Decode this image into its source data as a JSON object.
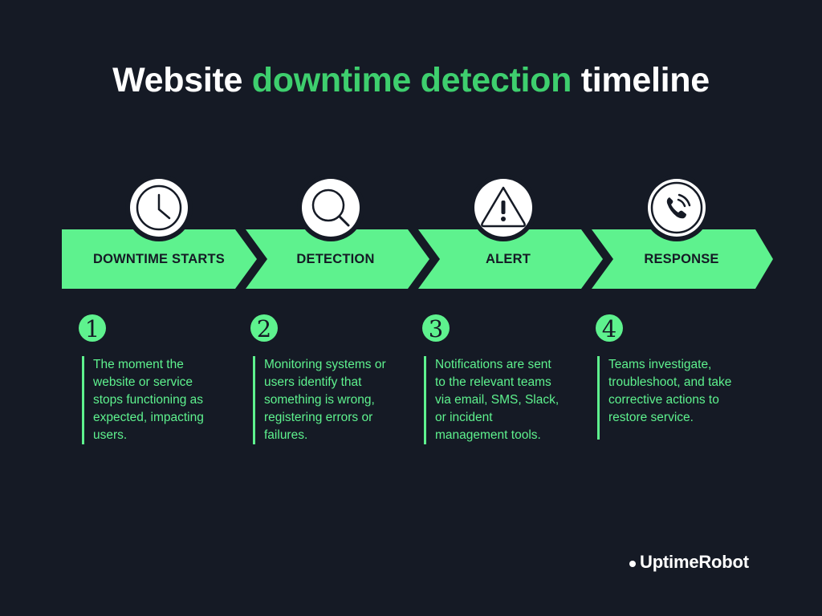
{
  "title": {
    "part1": "Website ",
    "part2": "downtime detection",
    "part3": " timeline"
  },
  "colors": {
    "background": "#151a25",
    "accent_green": "#5ef28e",
    "title_green": "#3ecf6e",
    "text_white": "#ffffff"
  },
  "steps": [
    {
      "number": "1",
      "label": "DOWNTIME STARTS",
      "icon": "clock-icon",
      "description": "The moment the website or service stops functioning as expected, impacting users.",
      "lines": [
        "The moment the",
        "website or service",
        "stops functioning as",
        "expected, impacting",
        "users."
      ]
    },
    {
      "number": "2",
      "label": "DETECTION",
      "icon": "magnifier-icon",
      "description": "Monitoring systems or users identify that something is wrong, registering errors or failures.",
      "lines": [
        "Monitoring systems or",
        "users identify that",
        "something is wrong,",
        "registering errors or",
        "failures."
      ]
    },
    {
      "number": "3",
      "label": "ALERT",
      "icon": "warning-icon",
      "description": "Notifications are sent to the relevant teams via email, SMS, Slack, or incident management tools.",
      "lines": [
        "Notifications are sent",
        "to the relevant teams",
        "via email, SMS, Slack,",
        "or incident",
        "management tools."
      ]
    },
    {
      "number": "4",
      "label": "RESPONSE",
      "icon": "phone-call-icon",
      "description": "Teams investigate, troubleshoot, and take corrective actions to restore service.",
      "lines": [
        "Teams investigate,",
        "troubleshoot, and take",
        "corrective actions to",
        "restore service."
      ]
    }
  ],
  "brand": {
    "name": "UptimeRobot"
  }
}
